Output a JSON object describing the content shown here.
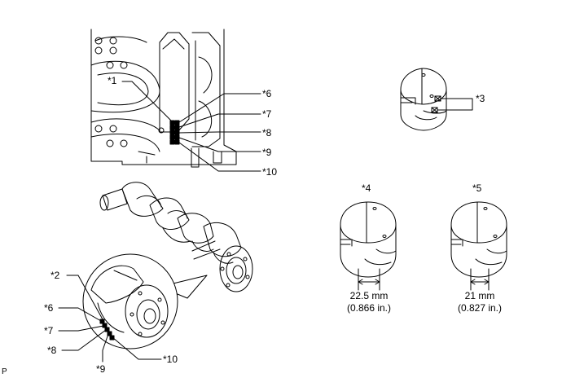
{
  "callouts": {
    "c1": "*1",
    "c6_top": "*6",
    "c7_top": "*7",
    "c8_top": "*8",
    "c9_top": "*9",
    "c10_top": "*10",
    "c3": "*3",
    "c4": "*4",
    "c5": "*5",
    "c2": "*2",
    "c6_bot": "*6",
    "c7_bot": "*7",
    "c8_bot": "*8",
    "c9_bot": "*9",
    "c10_bot": "*10"
  },
  "dimensions": {
    "bearing4_mm": "22.5 mm",
    "bearing4_in": "(0.866 in.)",
    "bearing5_mm": "21 mm",
    "bearing5_in": "(0.827 in.)"
  },
  "corner_mark": "P",
  "colors": {
    "line": "#000000",
    "background": "#ffffff"
  }
}
